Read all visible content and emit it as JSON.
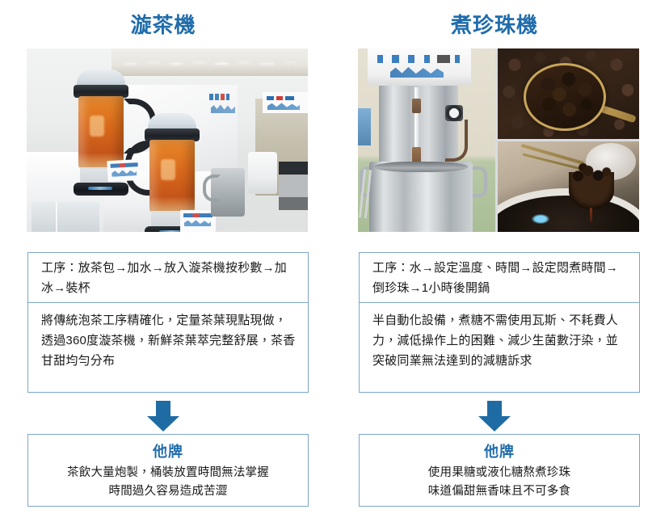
{
  "theme": {
    "accent_blue": "#1f6cab",
    "border_blue": "#7da7c9",
    "arrow_blue": "#1f6ca5",
    "text_color": "#1a1a1a",
    "background": "#ffffff"
  },
  "columns": [
    {
      "id": "tea-swirl-machine",
      "title": "漩茶機",
      "photo": {
        "alt": "漩茶機照片：白色吧台上兩台漩茶機，玻璃壺內為琥珀色茶湯",
        "layout": "single"
      },
      "process": {
        "label": "工序",
        "text": "工序：放茶包→加水→放入漩茶機按秒數→加冰→裝杯"
      },
      "benefit": {
        "text": "將傳統泡茶工序精確化，定量茶葉現點現做，透過360度漩茶機，新鮮茶葉萃完整舒展，茶香甘甜均勻分布"
      },
      "arrow": {
        "icon": "arrow-down-icon",
        "direction": "down"
      },
      "competitor": {
        "title": "他牌",
        "lines": [
          "茶飲大量炮製，桶裝放置時間無法掌握",
          "時間過久容易造成苦澀"
        ]
      }
    },
    {
      "id": "pearl-cooking-machine",
      "title": "煮珍珠機",
      "photo": {
        "alt": "煮珍珠機照片：不鏽鋼煮鍋設備、金色濾杓盛裝珍珠、濾網撈起珍珠",
        "layout": "split"
      },
      "process": {
        "label": "工序",
        "text": "工序：水→設定溫度、時間→設定悶煮時間→倒珍珠→1小時後開鍋"
      },
      "benefit": {
        "text": "半自動化設備，煮糖不需使用瓦斯、不耗費人力，減低操作上的困難、減少生菌數汙染，並突破同業無法達到的減糖訴求"
      },
      "arrow": {
        "icon": "arrow-down-icon",
        "direction": "down"
      },
      "competitor": {
        "title": "他牌",
        "lines": [
          "使用果糖或液化糖熬煮珍珠",
          "味道偏甜無香味且不可多食"
        ]
      }
    }
  ]
}
